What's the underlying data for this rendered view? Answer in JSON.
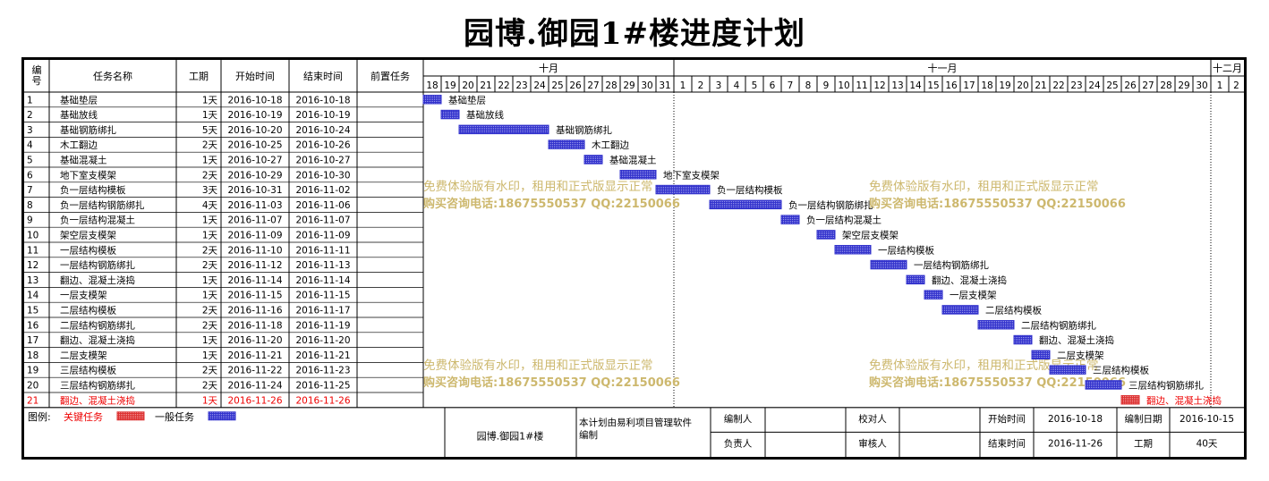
{
  "title": "园博.御园1#楼进度计划",
  "colors": {
    "critical": "#dd3333",
    "normal": "#3333cc",
    "watermark": "#cdb86e",
    "critical_text": "#ee0000"
  },
  "chart_data": {
    "type": "gantt",
    "columns": {
      "id": "编号",
      "name": "任务名称",
      "duration": "工期",
      "start": "开始时间",
      "end": "结束时间",
      "pred": "前置任务"
    },
    "months": [
      {
        "label": "十月",
        "days": [
          "18",
          "19",
          "20",
          "21",
          "22",
          "23",
          "24",
          "25",
          "26",
          "27",
          "28",
          "29",
          "30",
          "31"
        ]
      },
      {
        "label": "十一月",
        "days": [
          "1",
          "2",
          "3",
          "4",
          "5",
          "6",
          "7",
          "8",
          "9",
          "10",
          "11",
          "12",
          "13",
          "14",
          "15",
          "16",
          "17",
          "18",
          "19",
          "20",
          "21",
          "22",
          "23",
          "24",
          "25",
          "26",
          "27",
          "28",
          "29",
          "30"
        ]
      },
      {
        "label": "十二月",
        "days": [
          "1",
          "2"
        ]
      }
    ],
    "timeline_start": "2016-10-18",
    "tasks": [
      {
        "id": "1",
        "name": "基础垫层",
        "duration": "1天",
        "start": "2016-10-18",
        "end": "2016-10-18",
        "critical": false
      },
      {
        "id": "2",
        "name": "基础放线",
        "duration": "1天",
        "start": "2016-10-19",
        "end": "2016-10-19",
        "critical": false
      },
      {
        "id": "3",
        "name": "基础钢筋绑扎",
        "duration": "5天",
        "start": "2016-10-20",
        "end": "2016-10-24",
        "critical": false
      },
      {
        "id": "4",
        "name": "木工翻边",
        "duration": "2天",
        "start": "2016-10-25",
        "end": "2016-10-26",
        "critical": false
      },
      {
        "id": "5",
        "name": "基础混凝土",
        "duration": "1天",
        "start": "2016-10-27",
        "end": "2016-10-27",
        "critical": false
      },
      {
        "id": "6",
        "name": "地下室支模架",
        "duration": "2天",
        "start": "2016-10-29",
        "end": "2016-10-30",
        "critical": false
      },
      {
        "id": "7",
        "name": "负一层结构模板",
        "duration": "3天",
        "start": "2016-10-31",
        "end": "2016-11-02",
        "critical": false
      },
      {
        "id": "8",
        "name": "负一层结构钢筋绑扎",
        "duration": "4天",
        "start": "2016-11-03",
        "end": "2016-11-06",
        "critical": false
      },
      {
        "id": "9",
        "name": "负一层结构混凝土",
        "duration": "1天",
        "start": "2016-11-07",
        "end": "2016-11-07",
        "critical": false
      },
      {
        "id": "10",
        "name": "架空层支模架",
        "duration": "1天",
        "start": "2016-11-09",
        "end": "2016-11-09",
        "critical": false
      },
      {
        "id": "11",
        "name": "一层结构模板",
        "duration": "2天",
        "start": "2016-11-10",
        "end": "2016-11-11",
        "critical": false
      },
      {
        "id": "12",
        "name": "一层结构钢筋绑扎",
        "duration": "2天",
        "start": "2016-11-12",
        "end": "2016-11-13",
        "critical": false
      },
      {
        "id": "13",
        "name": "翻边、混凝土浇捣",
        "duration": "1天",
        "start": "2016-11-14",
        "end": "2016-11-14",
        "critical": false
      },
      {
        "id": "14",
        "name": "一层支模架",
        "duration": "1天",
        "start": "2016-11-15",
        "end": "2016-11-15",
        "critical": false
      },
      {
        "id": "15",
        "name": "二层结构模板",
        "duration": "2天",
        "start": "2016-11-16",
        "end": "2016-11-17",
        "critical": false
      },
      {
        "id": "16",
        "name": "二层结构钢筋绑扎",
        "duration": "2天",
        "start": "2016-11-18",
        "end": "2016-11-19",
        "critical": false
      },
      {
        "id": "17",
        "name": "翻边、混凝土浇捣",
        "duration": "1天",
        "start": "2016-11-20",
        "end": "2016-11-20",
        "critical": false
      },
      {
        "id": "18",
        "name": "二层支模架",
        "duration": "1天",
        "start": "2016-11-21",
        "end": "2016-11-21",
        "critical": false
      },
      {
        "id": "19",
        "name": "三层结构模板",
        "duration": "2天",
        "start": "2016-11-22",
        "end": "2016-11-23",
        "critical": false
      },
      {
        "id": "20",
        "name": "三层结构钢筋绑扎",
        "duration": "2天",
        "start": "2016-11-24",
        "end": "2016-11-25",
        "critical": false
      },
      {
        "id": "21",
        "name": "翻边、混凝土浇捣",
        "duration": "1天",
        "start": "2016-11-26",
        "end": "2016-11-26",
        "critical": true
      }
    ],
    "watermark": {
      "line1": "免费体验版有水印，租用和正式版显示正常",
      "line2": "购买咨询电话:18675550537 QQ:22150066"
    }
  },
  "legend": {
    "label": "图例:",
    "critical": "关键任务",
    "normal": "一般任务"
  },
  "footer": {
    "project": "园博.御园1#楼",
    "software_note": "本计划由易利项目管理软件编制",
    "compiler_label": "编制人",
    "compiler_value": "",
    "checker_label": "校对人",
    "checker_value": "",
    "owner_label": "负责人",
    "owner_value": "",
    "reviewer_label": "审核人",
    "reviewer_value": "",
    "start_label": "开始时间",
    "start_value": "2016-10-18",
    "end_label": "结束时间",
    "end_value": "2016-11-26",
    "date_label": "编制日期",
    "date_value": "2016-10-15",
    "duration_label": "工期",
    "duration_value": "40天"
  }
}
